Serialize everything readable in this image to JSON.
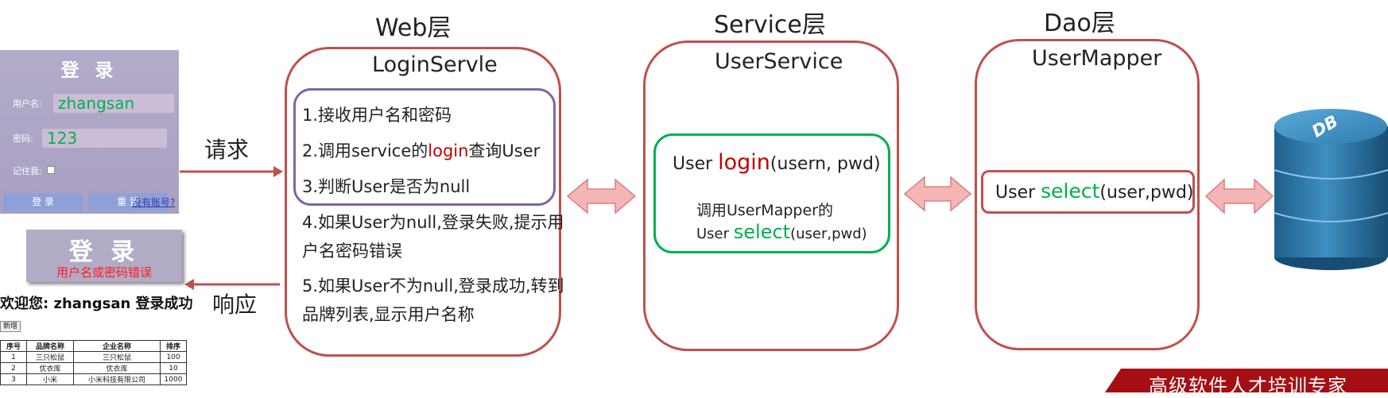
{
  "layers": {
    "web": "Web层",
    "service": "Service层",
    "dao": "Dao层"
  },
  "login_form": {
    "title": "登 录",
    "username_label": "用户名:",
    "username_value": "zhangsan",
    "password_label": "密码:",
    "password_value": "123",
    "remember_label": "记住我:",
    "login_button": "登 录",
    "reset_button": "重 置",
    "register_link": "没有账号?"
  },
  "error_panel": {
    "title": "登 录",
    "message": "用户名或密码错误"
  },
  "request_label": "请求",
  "response_label": "响应",
  "welcome": "欢迎您: zhangsan 登录成功",
  "brand_table": {
    "new_button": "新增",
    "headers": [
      "序号",
      "品牌名称",
      "企业名称",
      "排序"
    ],
    "rows": [
      [
        "1",
        "三只松鼠",
        "三只松鼠",
        "100"
      ],
      [
        "2",
        "优衣库",
        "优衣库",
        "10"
      ],
      [
        "3",
        "小米",
        "小米科技有限公司",
        "1000"
      ]
    ]
  },
  "web_box": {
    "title": "LoginServle",
    "step1": "1.接收用户名和密码",
    "step2_a": "2.调用service的",
    "step2_b": "login",
    "step2_c": "查询User",
    "step3": "3.判断User是否为null",
    "step4_l1": "4.如果User为null,登录失败,提示用",
    "step4_l2": "户名密码错误",
    "step5_l1": "5.如果User不为null,登录成功,转到",
    "step5_l2": "品牌列表,显示用户名称"
  },
  "service_box": {
    "title": "UserService",
    "sig_a": "User ",
    "sig_b": "login",
    "sig_c": "(usern, pwd)",
    "call_l1": "调用UserMapper的",
    "call_a": "User ",
    "call_b": "select",
    "call_c": "(user,pwd)"
  },
  "dao_box": {
    "title": "UserMapper",
    "sig_a": "User ",
    "sig_b": "select",
    "sig_c": "(user,pwd)"
  },
  "db_label": "DB",
  "footer": "高级软件人才培训专家",
  "colors": {
    "box_border": "#c0504d",
    "purple": "#8064a2",
    "green": "#00b050",
    "red": "#c00000",
    "arrow_fill": "#f4b6b4"
  }
}
